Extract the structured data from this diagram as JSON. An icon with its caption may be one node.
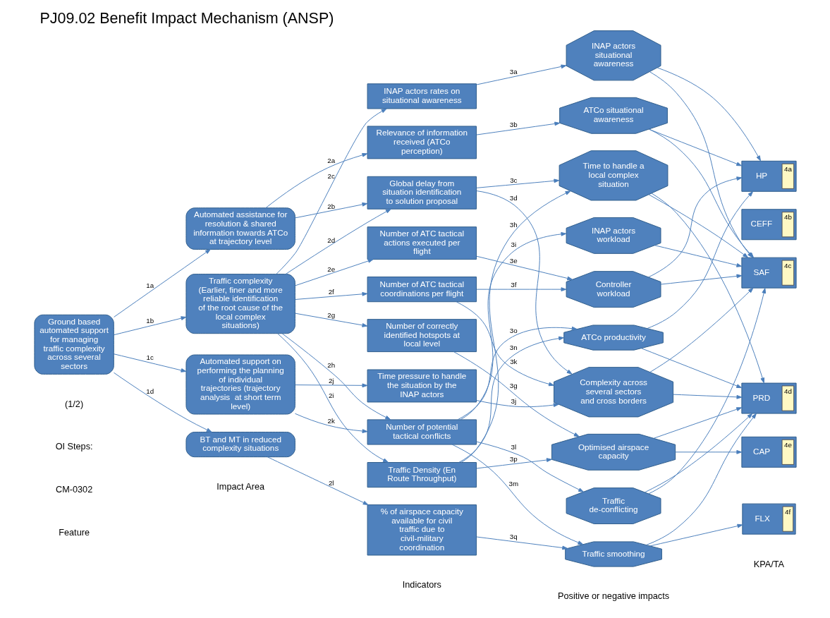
{
  "diagram": {
    "title": "PJ09.02 Benefit Impact Mechanism (ANSP)",
    "nodes": [
      {
        "text": [
          "Ground based automated support for managing traffic complexity across several sectors"
        ]
      },
      {
        "text": [
          "Automated assistance for resolution & shared information towards ATCo at trajectory level"
        ]
      },
      {
        "text": [
          "Traffic complexity (Earlier, finer and more reliable identification of the root cause of the local complex situations)"
        ]
      },
      {
        "text": [
          "Automated support on performing the planning of individual trajectories (trajectory analysis  at short term level)"
        ]
      },
      {
        "text": [
          "BT and MT in reduced complexity situations"
        ]
      },
      {
        "text": [
          "INAP actors rates on situational awareness"
        ]
      },
      {
        "text": [
          "Relevance of information received (ATCo perception)"
        ]
      },
      {
        "text": [
          "Global delay from situation identification to solution proposal"
        ]
      },
      {
        "text": [
          "Number of ATC tactical actions executed per flight"
        ]
      },
      {
        "text": [
          "Number of ATC tactical coordinations per flight"
        ]
      },
      {
        "text": [
          "Number of correctly identified hotspots at local level"
        ]
      },
      {
        "text": [
          "Time pressure to handle the situation by the INAP actors"
        ]
      },
      {
        "text": [
          "Number of potential tactical conflicts"
        ]
      },
      {
        "text": [
          "Traffic Density (En Route Throughput)"
        ]
      },
      {
        "text": [
          "% of airspace capacity available for civil traffic due to civil-military coordination"
        ]
      },
      {
        "text": [
          "INAP actors situational awareness"
        ]
      },
      {
        "text": [
          "ATCo situational awareness"
        ]
      },
      {
        "text": [
          "Time to handle a local complex situation"
        ]
      },
      {
        "text": [
          "INAP actors workload"
        ]
      },
      {
        "text": [
          "Controller workload"
        ]
      },
      {
        "text": [
          "ATCo productivity"
        ]
      },
      {
        "text": [
          "Complexity across several sectors and cross borders"
        ]
      },
      {
        "text": [
          "Optimised airspace capacity"
        ]
      },
      {
        "text": [
          "Traffic de-conflicting"
        ]
      },
      {
        "text": [
          "Traffic smoothing"
        ]
      },
      {
        "text": [
          "HP",
          "4a"
        ]
      },
      {
        "text": [
          "CEFF",
          "4b"
        ]
      },
      {
        "text": [
          "SAF",
          "4c"
        ]
      },
      {
        "text": [
          "PRD",
          "4d"
        ]
      },
      {
        "text": [
          "CAP",
          "4e"
        ]
      },
      {
        "text": [
          "FLX",
          "4f"
        ]
      }
    ],
    "edges": [
      {
        "from": 0,
        "to": 1,
        "arrow": "to",
        "label": "1a"
      },
      {
        "from": 0,
        "to": 2,
        "arrow": "to",
        "label": "1b"
      },
      {
        "from": 0,
        "to": 3,
        "arrow": "to",
        "label": "1c"
      },
      {
        "from": 0,
        "to": 4,
        "arrow": "to",
        "label": "1d"
      },
      {
        "from": 1,
        "to": 6,
        "arrow": "to",
        "label": "2a"
      },
      {
        "from": 1,
        "to": 7,
        "arrow": "to",
        "label": "2b"
      },
      {
        "from": 2,
        "to": 5,
        "arrow": "to",
        "label": "2c"
      },
      {
        "from": 2,
        "to": 7,
        "arrow": "to",
        "label": "2d"
      },
      {
        "from": 2,
        "to": 8,
        "arrow": "to",
        "label": "2e"
      },
      {
        "from": 2,
        "to": 9,
        "arrow": "to",
        "label": "2f"
      },
      {
        "from": 2,
        "to": 10,
        "arrow": "to",
        "label": "2g"
      },
      {
        "from": 2,
        "to": 12,
        "arrow": "to",
        "label": "2h"
      },
      {
        "from": 2,
        "to": 13,
        "arrow": "to",
        "label": "2i"
      },
      {
        "from": 3,
        "to": 11,
        "arrow": "to",
        "label": "2j"
      },
      {
        "from": 3,
        "to": 12,
        "arrow": "to",
        "label": "2k"
      },
      {
        "from": 4,
        "to": 14,
        "arrow": "to",
        "label": "2l"
      },
      {
        "from": 5,
        "to": 15,
        "arrow": "to",
        "label": "3a"
      },
      {
        "from": 6,
        "to": 16,
        "arrow": "to",
        "label": "3b"
      },
      {
        "from": 7,
        "to": 17,
        "arrow": "to",
        "label": "3c"
      },
      {
        "from": 7,
        "to": 21,
        "arrow": "to",
        "label": "3d"
      },
      {
        "from": 8,
        "to": 19,
        "arrow": "to",
        "label": "3e"
      },
      {
        "from": 9,
        "to": 19,
        "arrow": "to",
        "label": "3f"
      },
      {
        "from": 10,
        "to": 22,
        "arrow": "to",
        "label": "3g"
      },
      {
        "from": 13,
        "to": 17,
        "arrow": "to",
        "label": "3h"
      },
      {
        "from": 12,
        "to": 18,
        "arrow": "to",
        "label": "3i"
      },
      {
        "from": 11,
        "to": 21,
        "arrow": "to",
        "label": "3j"
      },
      {
        "from": 9,
        "to": 21,
        "arrow": "to",
        "label": "3k"
      },
      {
        "from": 12,
        "to": 23,
        "arrow": "to",
        "label": "3l"
      },
      {
        "from": 12,
        "to": 24,
        "arrow": "to",
        "label": "3m"
      },
      {
        "from": 13,
        "to": 20,
        "arrow": "to",
        "label": "3n"
      },
      {
        "from": 12,
        "to": 20,
        "arrow": "to",
        "label": "3o"
      },
      {
        "from": 13,
        "to": 22,
        "arrow": "to",
        "label": "3p"
      },
      {
        "from": 14,
        "to": 24,
        "arrow": "to",
        "label": "3q"
      },
      {
        "from": 15,
        "to": 25,
        "arrow": "to"
      },
      {
        "from": 15,
        "to": 27,
        "arrow": "to"
      },
      {
        "from": 16,
        "to": 25,
        "arrow": "to"
      },
      {
        "from": 16,
        "to": 27,
        "arrow": "to"
      },
      {
        "from": 17,
        "to": 27,
        "arrow": "to"
      },
      {
        "from": 17,
        "to": 28,
        "arrow": "to"
      },
      {
        "from": 18,
        "to": 27,
        "arrow": "to"
      },
      {
        "from": 19,
        "to": 25,
        "arrow": "to"
      },
      {
        "from": 19,
        "to": 27,
        "arrow": "to"
      },
      {
        "from": 20,
        "to": 25,
        "arrow": "to"
      },
      {
        "from": 20,
        "to": 28,
        "arrow": "to"
      },
      {
        "from": 21,
        "to": 27,
        "arrow": "to"
      },
      {
        "from": 21,
        "to": 28,
        "arrow": "to"
      },
      {
        "from": 22,
        "to": 28,
        "arrow": "to"
      },
      {
        "from": 22,
        "to": 29,
        "arrow": "to"
      },
      {
        "from": 23,
        "to": 27,
        "arrow": "to"
      },
      {
        "from": 23,
        "to": 28,
        "arrow": "to"
      },
      {
        "from": 24,
        "to": 28,
        "arrow": "to"
      },
      {
        "from": 24,
        "to": 30,
        "arrow": "to"
      }
    ],
    "labels": [
      "(1/2)",
      "OI Steps:",
      "CM-0302",
      "Feature",
      "Impact Area",
      "Indicators",
      "Positive or negative impacts",
      "KPA/TA"
    ]
  }
}
